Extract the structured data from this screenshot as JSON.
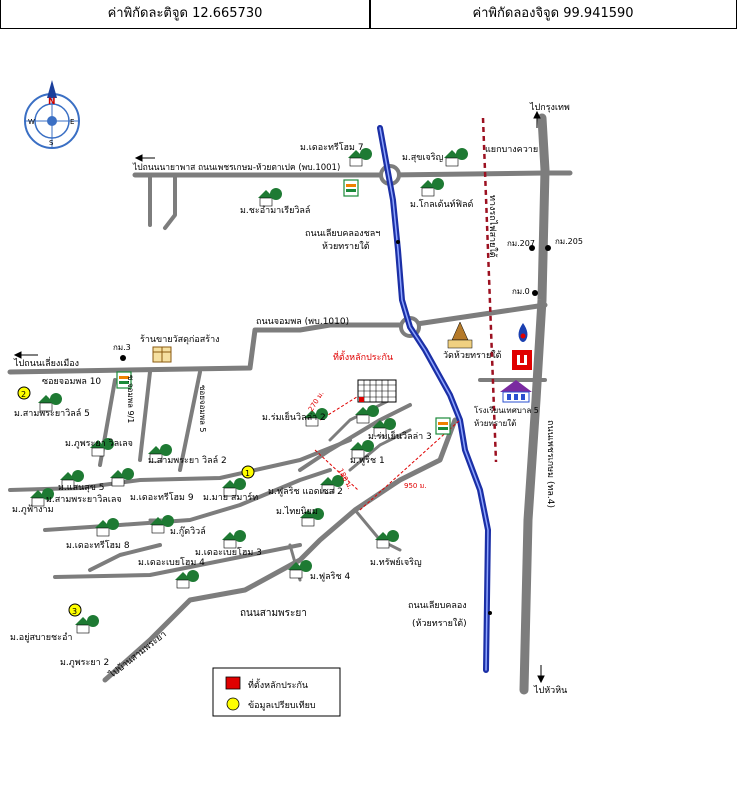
{
  "header": {
    "latitude_label": "ค่าพิกัดละติจูด 12.665730",
    "longitude_label": "ค่าพิกัดลองจิจูด 99.941590"
  },
  "map": {
    "compass_letters": {
      "n": "N",
      "s": "S",
      "e": "E",
      "w": "W"
    },
    "labels": {
      "to_bangkok": "ไปกรุงเทพ",
      "to_hua_hin": "ไปหัวหิน",
      "to_naipras": "ไปถนนนายาพาส ถนนเพชรเกษม-ห้วยตาเปค (พบ.1001)",
      "to_old_town": "ไปถนนเลี่ยงเมือง",
      "to_sampraya_village": "ไปบ้านสามพระยา",
      "junction_bang_khwai": "แยกบางควาย",
      "km207": "กม.207",
      "km205": "กม.205",
      "km0": "กม.0",
      "km3": "กม.3",
      "railway": "ทางรถไฟสายใต้",
      "phetkasem_road": "ถนนเพชรเกษม (ทล.4)",
      "canal_road_top": "ถนนเลียบคลองชลฯ",
      "canal_road_top2": "ห้วยทรายใต้",
      "canal_road_bottom": "ถนนเลียบคลอง",
      "canal_road_bottom2": "(ห้วยทรายใต้)",
      "chompon_road": "ถนนจอมพล (พบ.1010)",
      "samphraya_road": "ถนนสามพระยา",
      "soi_chompon_10": "ซอยจอมพล 10",
      "soi_chompon_9": "ซ.จอมพล 9/1",
      "soi_chompon_5": "ซอยจอมพล 5",
      "temple": "วัดห้วยทรายใต้",
      "hospital": "โรงเรียนเทศบาล 5",
      "hospital2": "ห้วยทรายใต้",
      "shop": "ร้านขายวัสดุก่อสร้าง",
      "subject_site": "ที่ตั้งหลักประกัน",
      "dist_270": "270 ม.",
      "dist_180": "180 ม.",
      "dist_950": "950 ม."
    },
    "villages": {
      "the_tree_home7": "ม.เดอะทรีโฮม 7",
      "suk_charoen": "ม.สุขเจริญ",
      "chaam_rivera": "ม.ชะอำมาเรียวิลล์",
      "golden_field": "ม.โกลเด้นท์ฟิลด์",
      "romyen_villa2": "ม.ร่มเย็นวิลล่า 2",
      "romyen_villa3": "ม.ร่มเย็นวิลล่า 3",
      "fuurich1": "ม.ฟูริช 1",
      "fuurich_extra2": "ม.ฟูลริช แอดเซส 2",
      "thai_niyom": "ม.ไทยนิยม",
      "sap_charoen": "ม.ทรัพย์เจริญ",
      "fuurich4": "ม.ฟูลริช 4",
      "sampraya_villa5": "ม.สามพระยาวิลล์ 5",
      "phu_phraya_villa": "ม.ภูพระยา วิลเลจ",
      "sampraya_villa2": "ม.สามพระยา วิลล์ 2",
      "saensuk5": "ม.แสนสุข 5",
      "sampraya_village": "ม.สามพระยาวิลเลจ",
      "phu_phang_ngam": "ม.ภูฟ้างาม",
      "the_tree_home9": "ม.เดอะทรีโฮม 9",
      "mai_smart": "ม.มาย สมาร์ท",
      "goo_villa": "ม.กู๊ดวิวล์",
      "the_tree_home8": "ม.เดอะทรีโฮม 8",
      "the_bay_home3": "ม.เดอะเบยโฮม 3",
      "the_bay_home4": "ม.เดอะเบยโฮม 4",
      "yu_sabai_cha_am": "ม.อยู่สบายชะอำ",
      "phu_phraya2": "ม.ภูพระยา 2"
    },
    "markers": {
      "one": "1",
      "two": "2",
      "three": "3"
    },
    "legend": {
      "collateral": "ที่ตั้งหลักประกัน",
      "comparison": "ข้อมูลเปรียบเทียบ"
    }
  }
}
